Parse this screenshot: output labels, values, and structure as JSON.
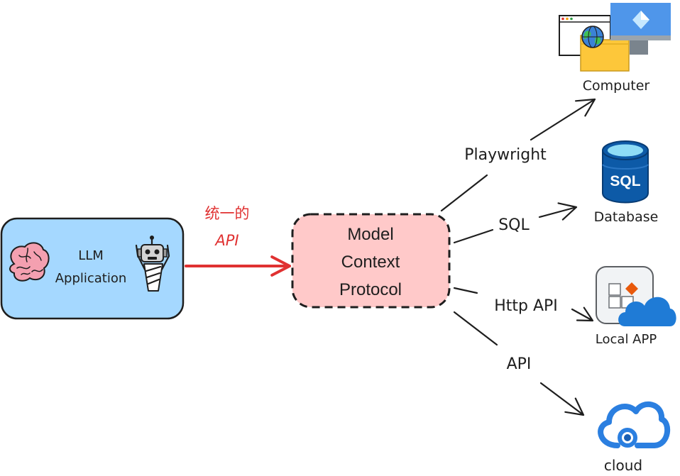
{
  "llm_application": {
    "line1": "LLM",
    "line2": "Application",
    "fill": "#a5d8ff",
    "left_icon": "brain-icon",
    "right_icon": "robot-icon"
  },
  "unified_api_label": {
    "line1": "统一的",
    "line2": "API",
    "color": "#e03131"
  },
  "mcp": {
    "line1": "Model",
    "line2": "Context",
    "line3": "Protocol",
    "fill": "#ffc9c9"
  },
  "connections": {
    "playwright": "Playwright",
    "sql": "SQL",
    "http_api": "Http API",
    "api": "API"
  },
  "targets": {
    "computer": {
      "label": "Computer",
      "icon": "computer-icon"
    },
    "database": {
      "label": "Database",
      "icon": "database-icon",
      "icon_text": "SQL"
    },
    "local_app": {
      "label": "Local APP",
      "icon": "local-app-icon"
    },
    "cloud": {
      "label": "cloud",
      "icon": "cloud-icon"
    }
  },
  "colors": {
    "outline": "#1e1e1e",
    "database_blue": "#0d5aa7",
    "cloud_blue": "#2b7fe0",
    "app_cloud_blue": "#1f7bd6"
  }
}
